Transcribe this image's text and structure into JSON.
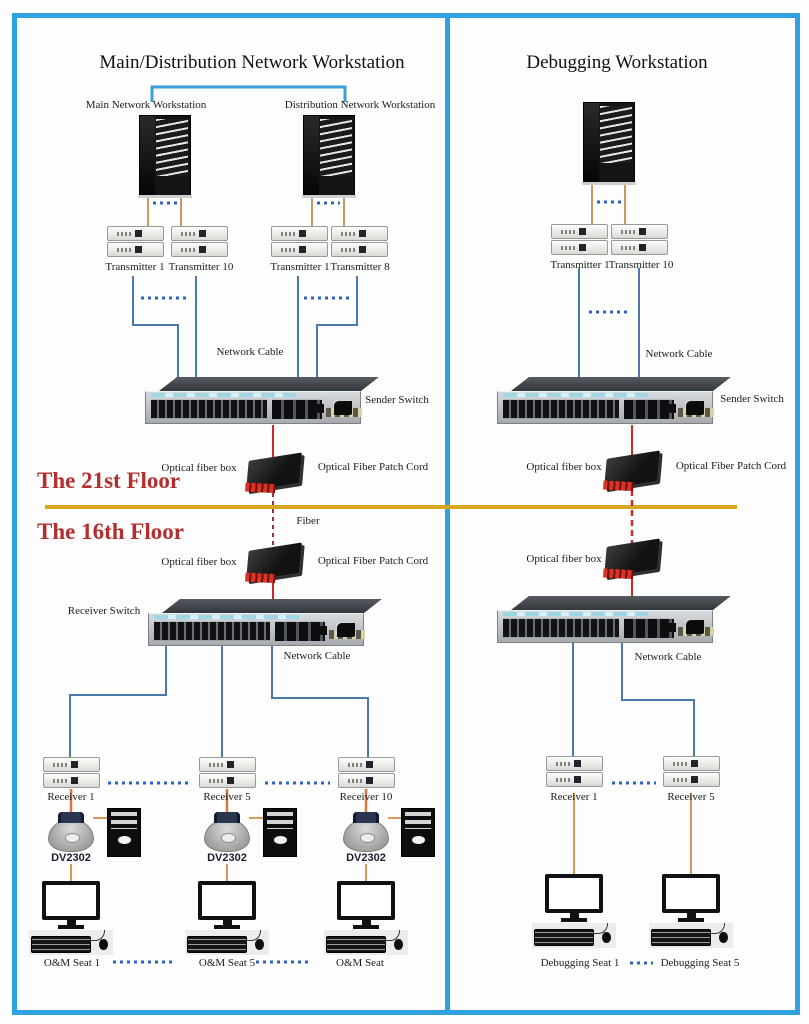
{
  "floors": {
    "upper": "The 21st Floor",
    "lower": "The 16th Floor"
  },
  "left": {
    "title": "Main/Distribution Network Workstation",
    "rack1_label": "Main Network Workstation",
    "rack2_label": "Distribution Network Workstation",
    "transmitters": [
      "Transmitter 1",
      "Transmitter 10",
      "Transmitter 1",
      "Transmitter 8"
    ],
    "network_cable_top": "Network Cable",
    "sender_switch": "Sender Switch",
    "floor21": {
      "optical_fiber_box": "Optical fiber box",
      "patch_cord": "Optical Fiber Patch Cord"
    },
    "fiber": "Fiber",
    "floor16": {
      "optical_fiber_box": "Optical fiber box",
      "patch_cord": "Optical Fiber Patch Cord"
    },
    "receiver_switch": "Receiver Switch",
    "network_cable_bottom": "Network Cable",
    "receivers": [
      "Receiver 1",
      "Receiver 5",
      "Receiver 10"
    ],
    "kvm": [
      "DV2302",
      "DV2302",
      "DV2302"
    ],
    "seats": [
      "O&M Seat 1",
      "O&M Seat 5",
      "O&M Seat"
    ]
  },
  "right": {
    "title": "Debugging Workstation",
    "transmitters": [
      "Transmitter 1",
      "Transmitter 10"
    ],
    "network_cable_top": "Network Cable",
    "sender_switch": "Sender Switch",
    "floor21": {
      "optical_fiber_box": "Optical fiber box",
      "patch_cord": "Optical Fiber Patch Cord"
    },
    "floor16": {
      "optical_fiber_box": "Optical fiber box"
    },
    "network_cable_bottom": "Network Cable",
    "receivers": [
      "Receiver 1",
      "Receiver 5"
    ],
    "seats": [
      "Debugging Seat 1",
      "Debugging Seat 5"
    ]
  },
  "colors": {
    "frame_blue": "#2ea3e0",
    "wire_blue": "#4a79ad",
    "dotted_blue": "#2f62c5",
    "wire_red": "#cc2a28",
    "wire_orange": "#d89a55",
    "wire_tan": "#c89a62",
    "floor_line_yellow": "#d7a81f",
    "floor_text_red": "#b32e2e"
  }
}
